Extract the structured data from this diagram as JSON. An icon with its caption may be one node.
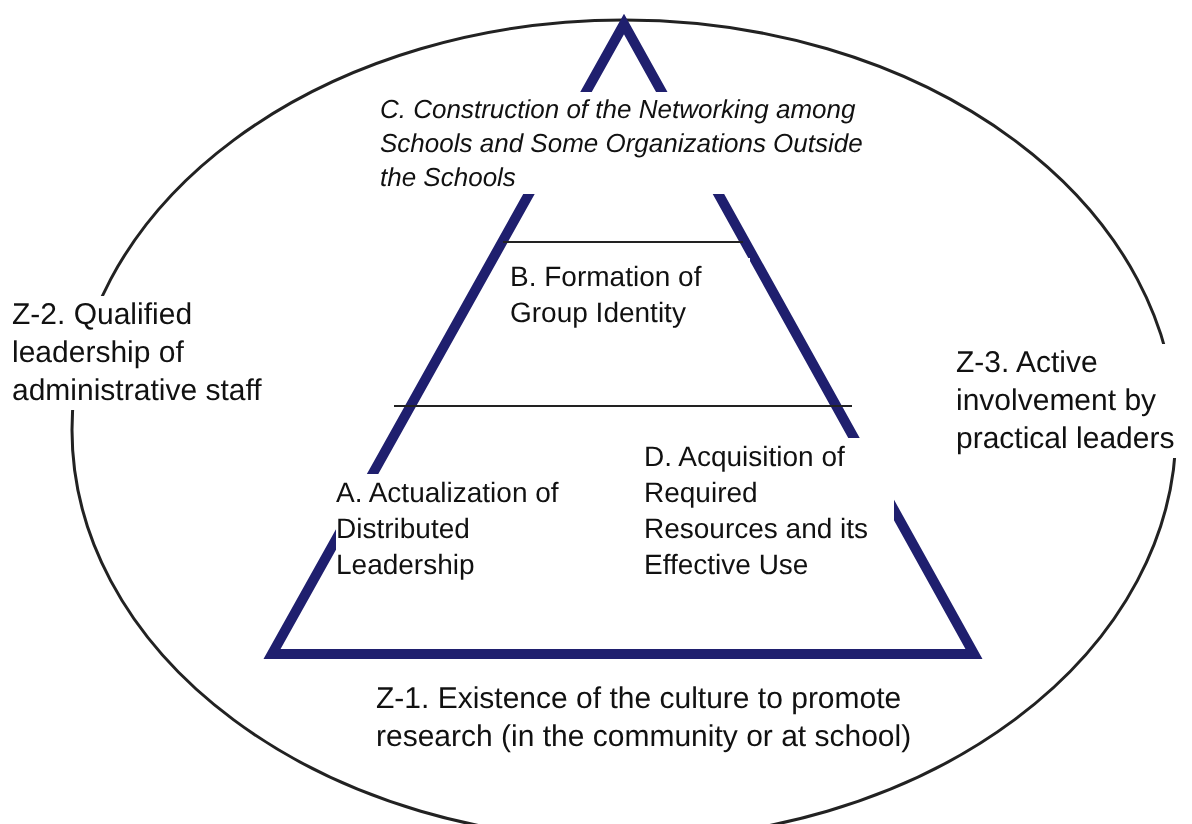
{
  "diagram": {
    "nodes": [
      {
        "text": [
          "B. Formation of Group Identity"
        ]
      },
      {
        "text": [
          "A. Actualization of Distributed Leadership",
          "D. Acquisition of Required Resources and its Effective Use"
        ]
      }
    ],
    "labels": [
      "C. Construction of the Networking among Schools and Some Organizations Outside the Schools",
      "Z-2. Qualified leadership of administrative staff",
      "Z-3. Active involvement by practical leaders",
      "Z-1. Existence of the culture to promote research (in the community or at school)"
    ]
  }
}
